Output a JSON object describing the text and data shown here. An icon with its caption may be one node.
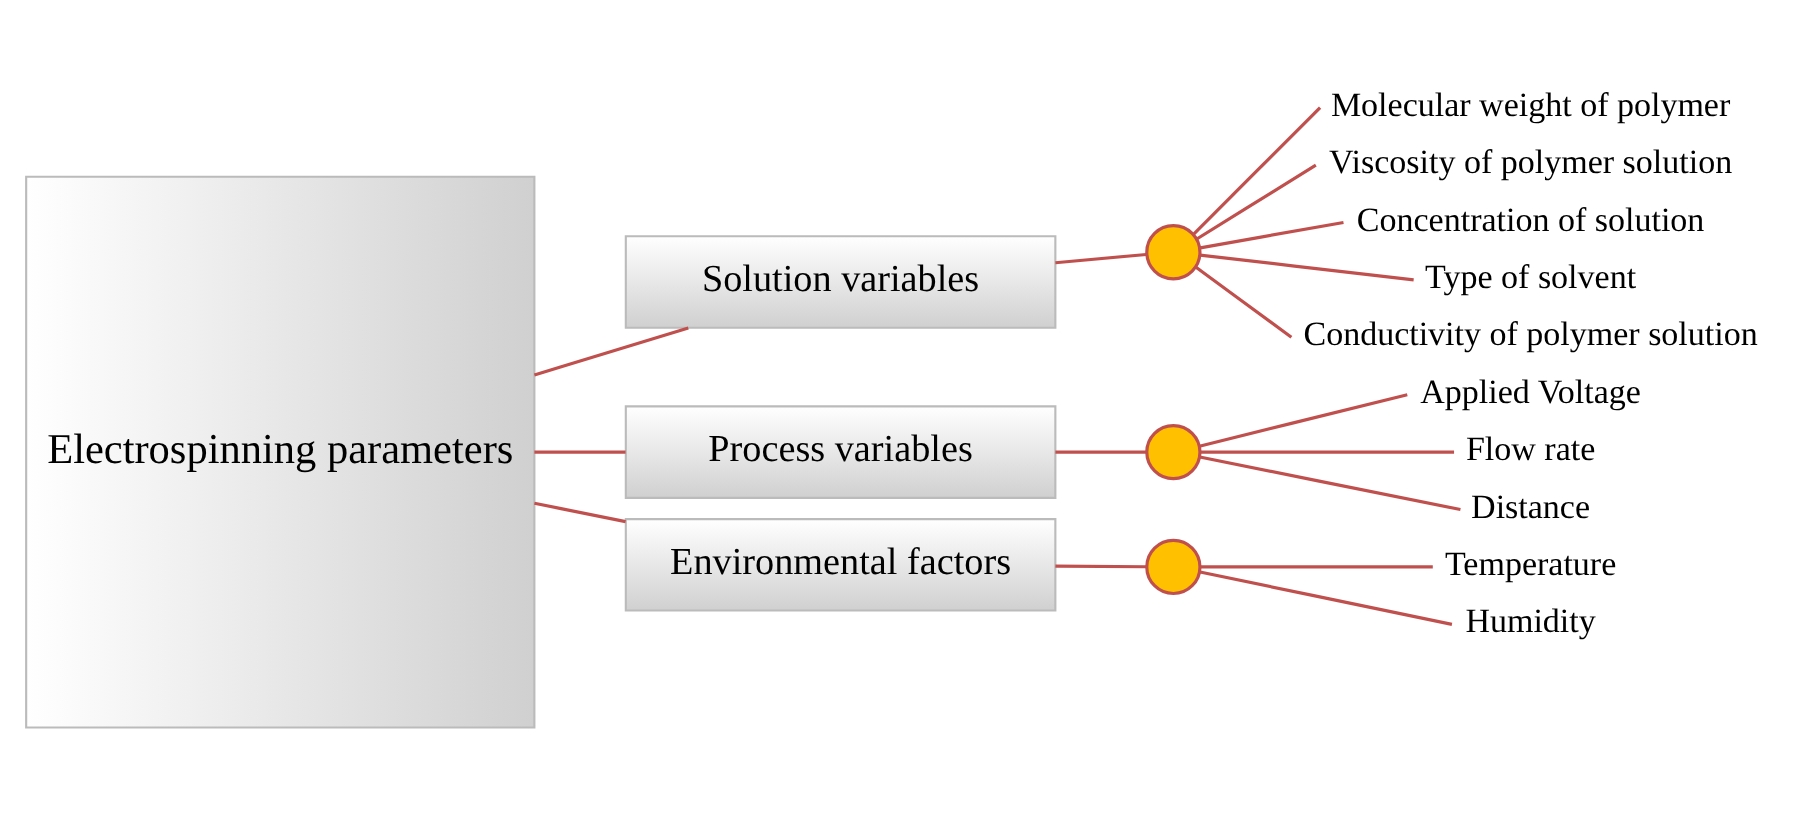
{
  "diagram": {
    "nodes": [
      {
        "text": [
          "Electrospinning parameters"
        ]
      },
      {
        "text": [
          "Solution variables"
        ]
      },
      {
        "text": [],
        "shape": "circle"
      },
      {
        "text": [
          "Molecular weight of polymer"
        ]
      },
      {
        "text": [
          "Viscosity of polymer solution"
        ]
      },
      {
        "text": [
          "Concentration of solution"
        ]
      },
      {
        "text": [
          "Type of solvent"
        ]
      },
      {
        "text": [
          "Conductivity of polymer solution"
        ]
      },
      {
        "text": [
          "Process variables"
        ]
      },
      {
        "text": [],
        "shape": "circle"
      },
      {
        "text": [
          "Applied Voltage"
        ]
      },
      {
        "text": [
          "Flow rate"
        ]
      },
      {
        "text": [
          "Distance"
        ]
      },
      {
        "text": [
          "Environmental factors"
        ]
      },
      {
        "text": [],
        "shape": "circle"
      },
      {
        "text": [
          "Temperature"
        ]
      },
      {
        "text": [
          "Humidity"
        ]
      }
    ],
    "edges": [
      {
        "from": 0,
        "to": 1,
        "arrow": "none"
      },
      {
        "from": 0,
        "to": 8,
        "arrow": "none"
      },
      {
        "from": 0,
        "to": 13,
        "arrow": "none"
      },
      {
        "from": 1,
        "to": 2,
        "arrow": "none"
      },
      {
        "from": 2,
        "to": 3,
        "arrow": "none"
      },
      {
        "from": 2,
        "to": 4,
        "arrow": "none"
      },
      {
        "from": 2,
        "to": 5,
        "arrow": "none"
      },
      {
        "from": 2,
        "to": 6,
        "arrow": "none"
      },
      {
        "from": 2,
        "to": 7,
        "arrow": "none"
      },
      {
        "from": 8,
        "to": 9,
        "arrow": "none"
      },
      {
        "from": 9,
        "to": 10,
        "arrow": "none"
      },
      {
        "from": 9,
        "to": 11,
        "arrow": "none"
      },
      {
        "from": 9,
        "to": 12,
        "arrow": "none"
      },
      {
        "from": 13,
        "to": 14,
        "arrow": "none"
      },
      {
        "from": 14,
        "to": 15,
        "arrow": "none"
      },
      {
        "from": 14,
        "to": 16,
        "arrow": "none"
      }
    ]
  }
}
